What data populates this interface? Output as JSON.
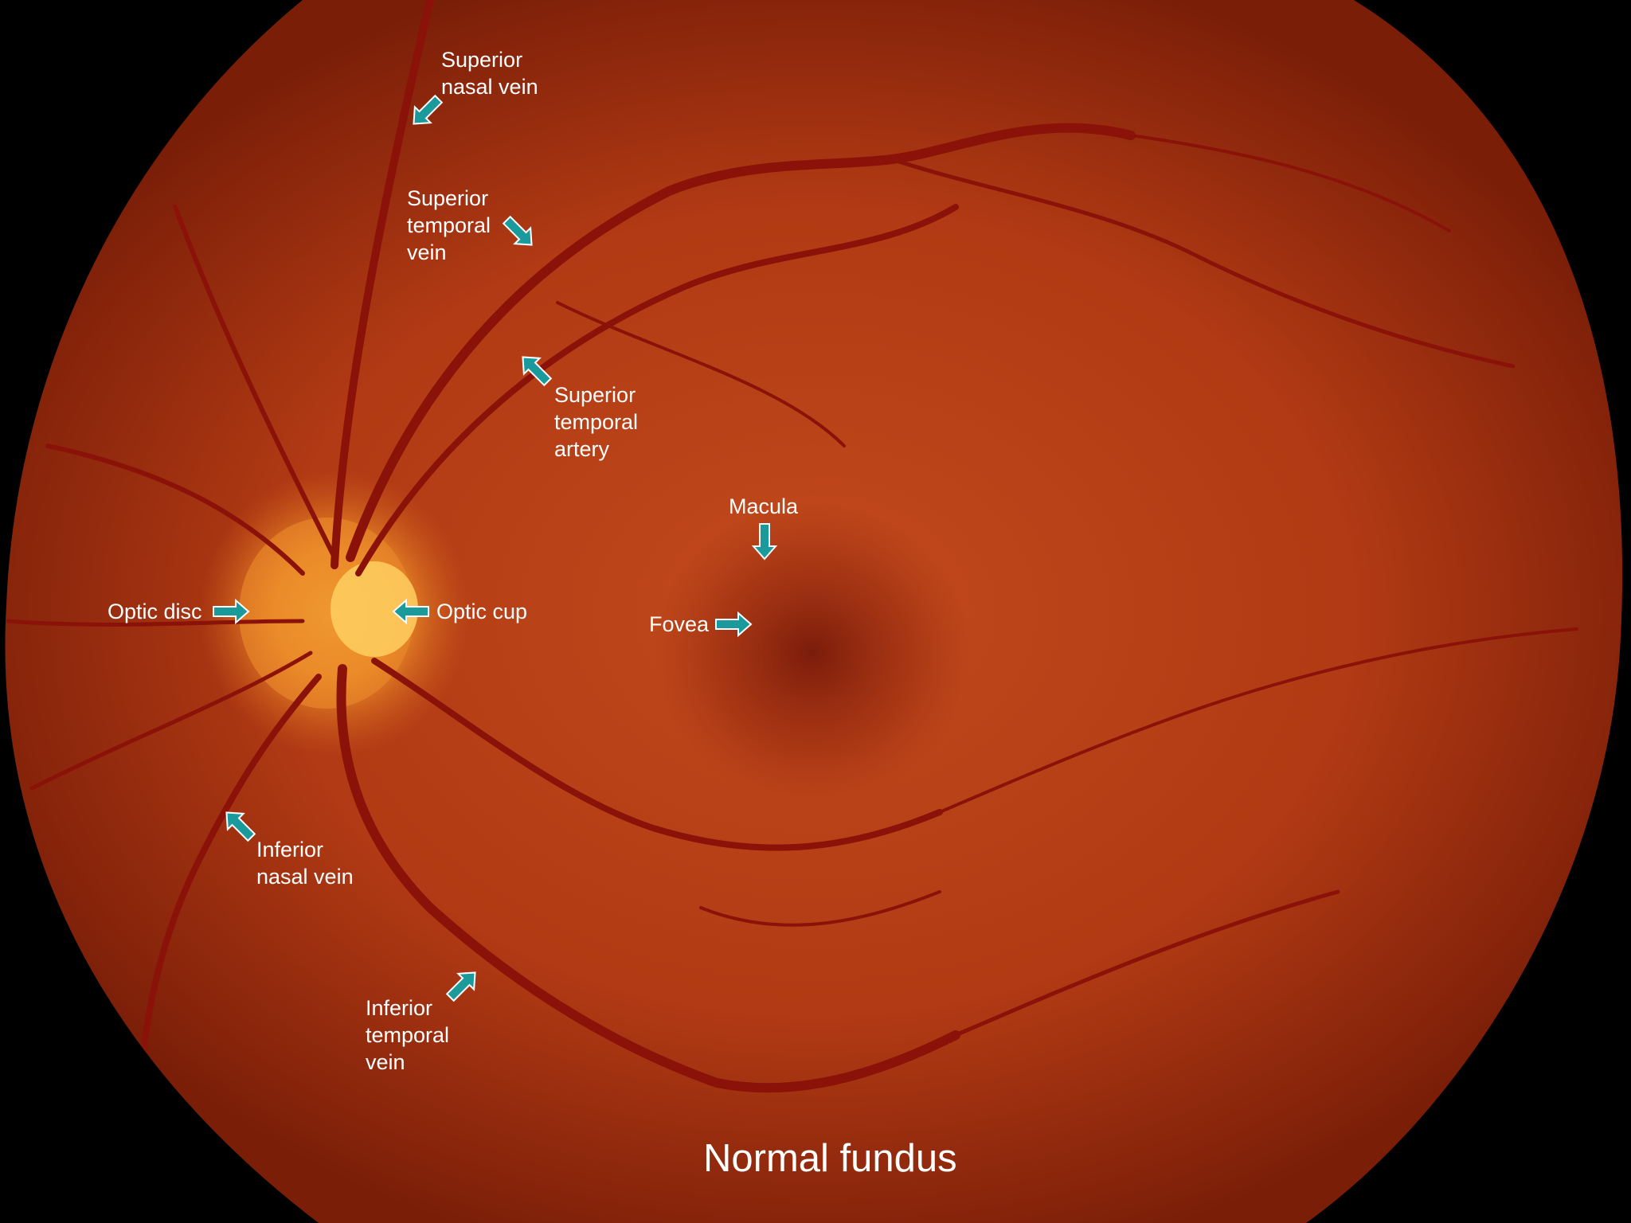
{
  "title": "Normal fundus",
  "colors": {
    "arrow_fill": "#1a9a9a",
    "arrow_outline": "#ffffff",
    "retina": "#c4481a",
    "vessel": "#8a1208",
    "disc": "#f2a02e",
    "background": "#000000"
  },
  "labels": {
    "superior_nasal_vein": "Superior\nnasal vein",
    "superior_temporal_vein": "Superior\ntemporal\nvein",
    "superior_temporal_artery": "Superior\ntemporal\nartery",
    "macula": "Macula",
    "optic_disc": "Optic disc",
    "optic_cup": "Optic cup",
    "fovea": "Fovea",
    "inferior_nasal_vein": "Inferior\nnasal vein",
    "inferior_temporal_vein": "Inferior\ntemporal\nvein"
  },
  "icons": [
    "arrow-icon"
  ]
}
